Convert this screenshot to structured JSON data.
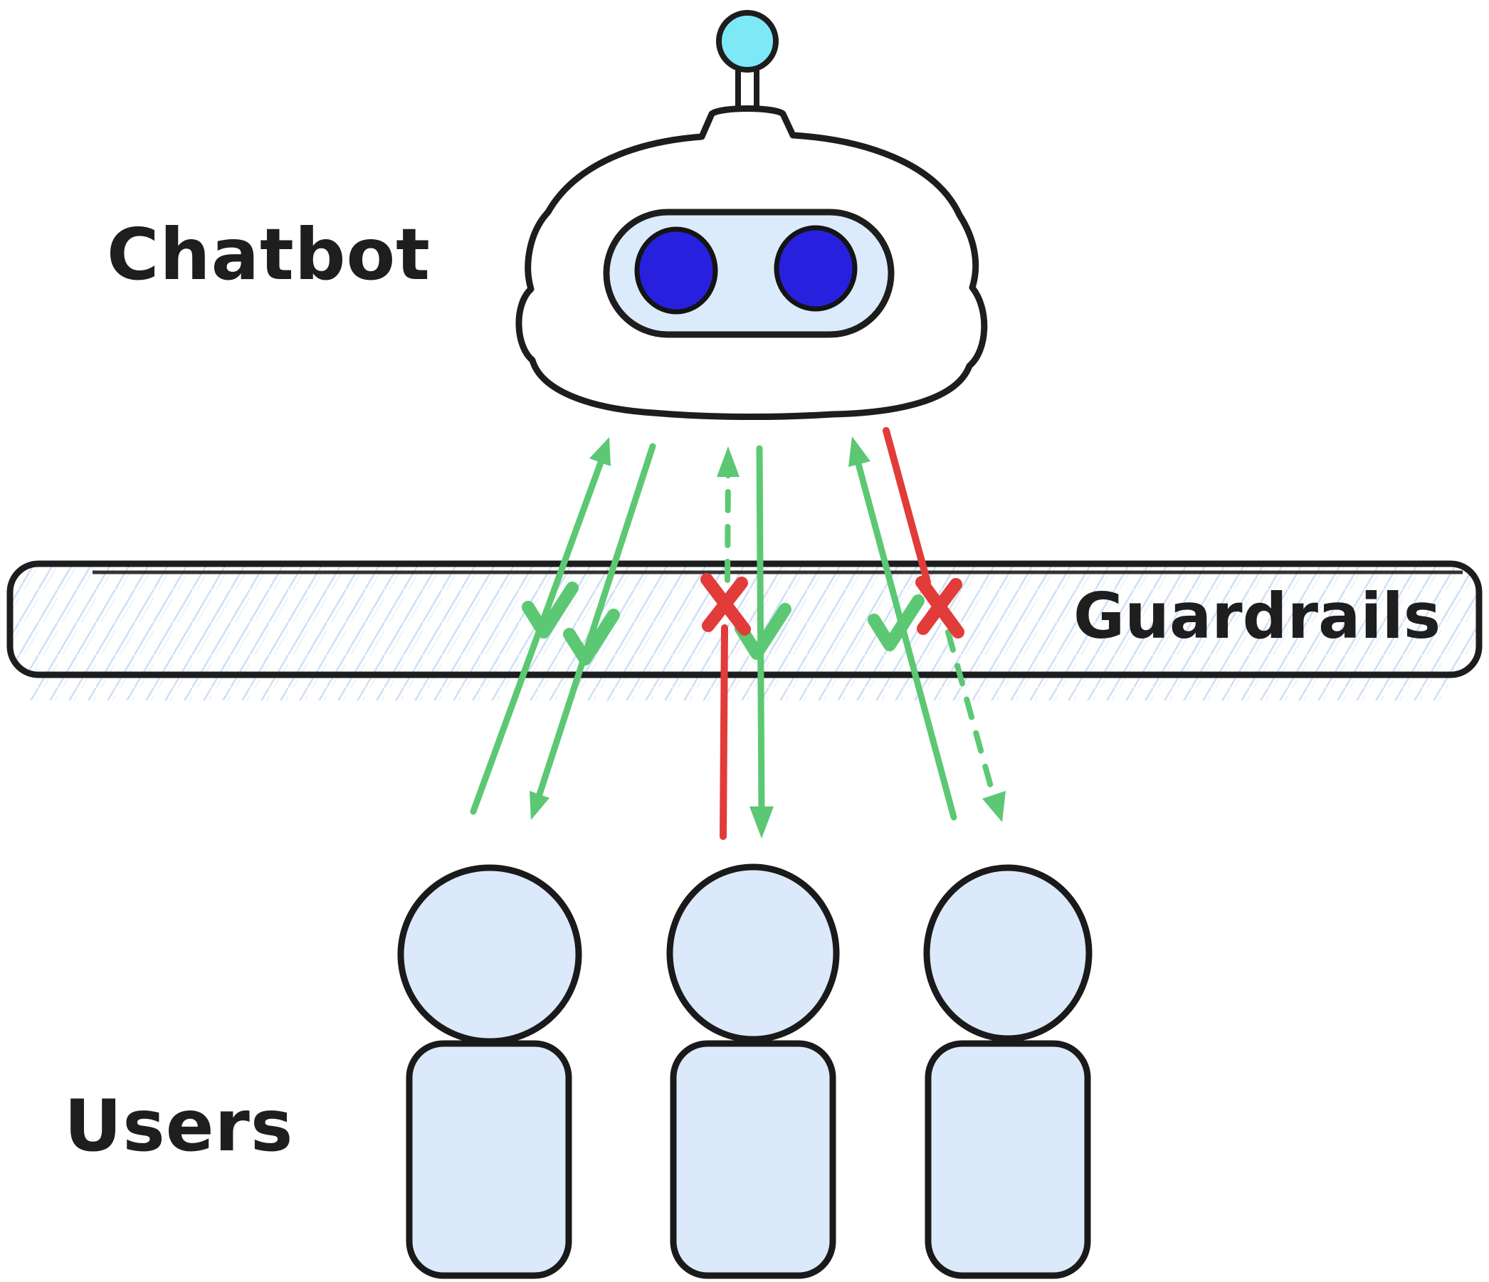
{
  "labels": {
    "chatbot": "Chatbot",
    "guardrails": "Guardrails",
    "users": "Users"
  },
  "colors": {
    "ink": "#1d1d1d",
    "figure_fill": "#dbe9fb",
    "visor_fill": "#dcebfc",
    "antenna_cyan": "#7de9f7",
    "eye_blue": "#2721df",
    "pass_green": "#5cc873",
    "block_red": "#e13c39",
    "hatch_blue": "#cfe1f6"
  },
  "entities": {
    "chatbot_count": 1,
    "users_count": 3,
    "guardrails_layer": "horizontal hatched bar between chatbot and users"
  },
  "flows": [
    {
      "from": "user-1",
      "to": "chatbot",
      "result": "passed",
      "style": "solid green arrow up, checkmark at guardrails"
    },
    {
      "from": "chatbot",
      "to": "user-1",
      "result": "passed",
      "style": "solid green arrow down, checkmark at guardrails"
    },
    {
      "from": "user-2",
      "to": "chatbot",
      "result": "blocked",
      "style": "red line stopped at guardrails with X, dashed green continuation with up arrowhead"
    },
    {
      "from": "chatbot",
      "to": "user-2",
      "result": "passed",
      "style": "solid green arrow down, checkmark at guardrails"
    },
    {
      "from": "user-3",
      "to": "chatbot",
      "result": "passed",
      "style": "solid green arrow up, checkmark at guardrails"
    },
    {
      "from": "chatbot",
      "to": "user-3",
      "result": "blocked",
      "style": "red line stopped at guardrails with X, dashed green continuation with down arrowhead"
    }
  ],
  "marks": {
    "checkmarks": 4,
    "cross_marks": 2
  }
}
